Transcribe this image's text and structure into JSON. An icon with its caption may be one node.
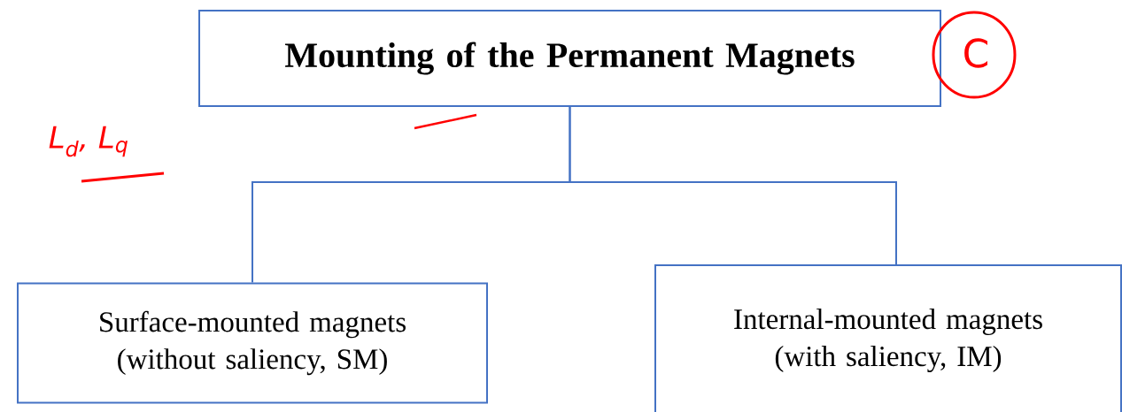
{
  "diagram": {
    "nodes": [
      {
        "text": [
          "Mounting of the Permanent Magnets"
        ]
      },
      {
        "text": [
          "Surface-mounted magnets (without saliency, SM)"
        ]
      },
      {
        "text": [
          "Internal-mounted magnets (with saliency, IM)"
        ]
      }
    ],
    "edges": [
      {
        "from": 0,
        "to": 1,
        "arrow": "none"
      },
      {
        "from": 0,
        "to": 2,
        "arrow": "none"
      }
    ],
    "labels": [
      "L$_{d}$, L$_{q}$",
      "C"
    ]
  }
}
